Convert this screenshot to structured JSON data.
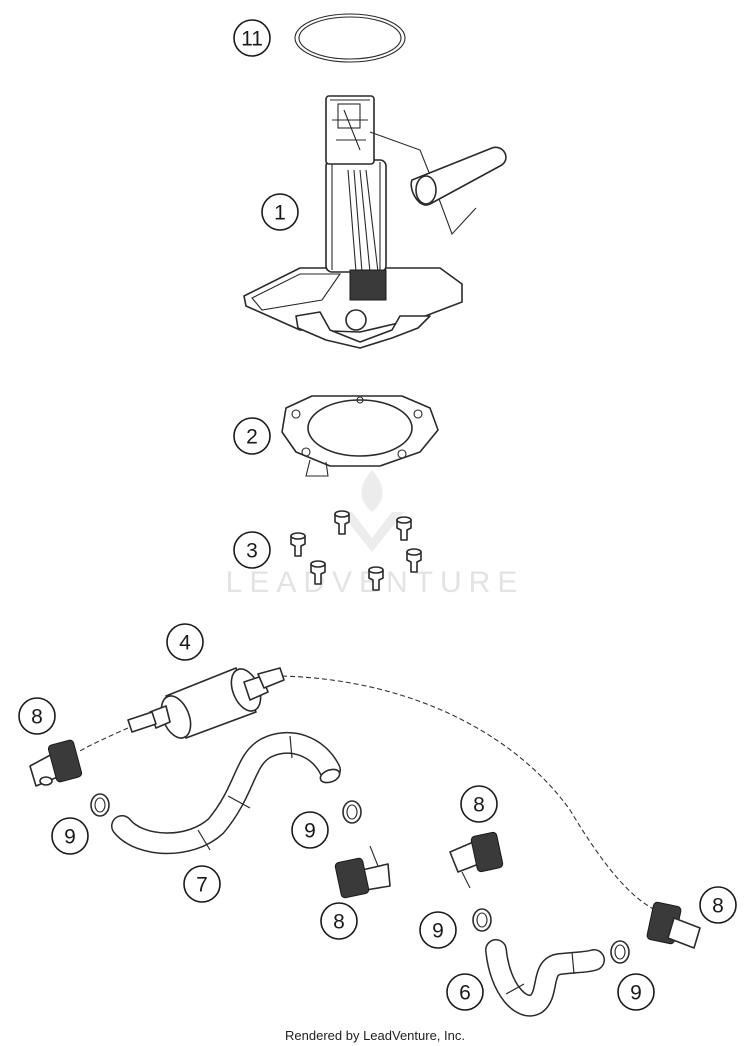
{
  "diagram": {
    "callouts": [
      "11",
      "1",
      "2",
      "3",
      "4",
      "8",
      "9",
      "7",
      "9",
      "8",
      "8",
      "9",
      "8",
      "6",
      "9"
    ],
    "watermark": "LEADVENTURE",
    "credit": "Rendered by LeadVenture, Inc."
  }
}
